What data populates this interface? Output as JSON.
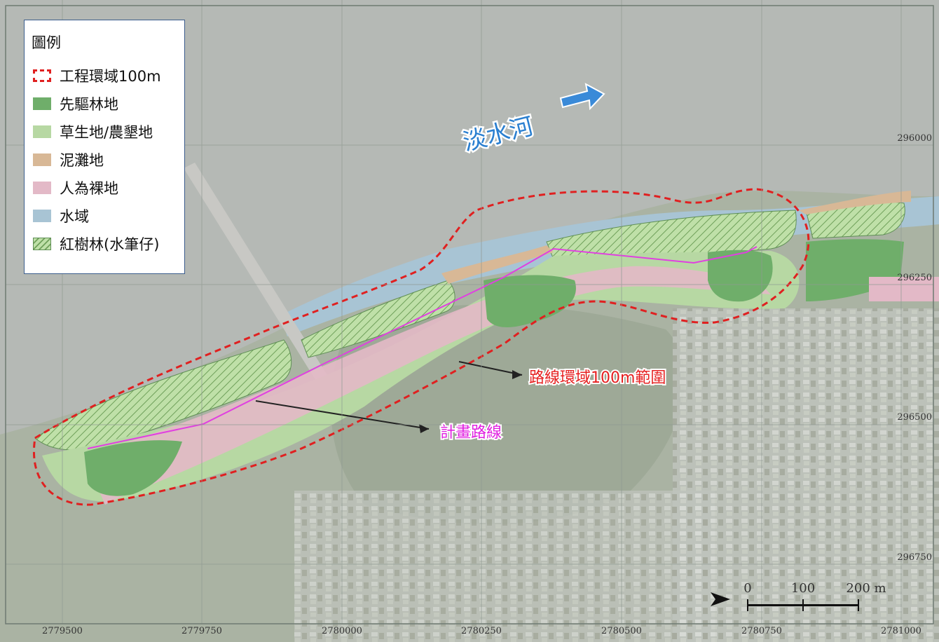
{
  "legend": {
    "title": "圖例",
    "items": [
      {
        "key": "buffer",
        "label": "工程環域100m",
        "color": "#e02020"
      },
      {
        "key": "pioneer-forest",
        "label": "先驅林地",
        "color": "#6fae6a"
      },
      {
        "key": "grassland",
        "label": "草生地/農墾地",
        "color": "#b7d8a3"
      },
      {
        "key": "mudflat",
        "label": "泥灘地",
        "color": "#d8b896"
      },
      {
        "key": "bare-land",
        "label": "人為裸地",
        "color": "#e3b9c7"
      },
      {
        "key": "water",
        "label": "水域",
        "color": "#a8c4d4"
      },
      {
        "key": "mangrove",
        "label": "紅樹林(水筆仔)",
        "color": "#bfe0a8"
      }
    ]
  },
  "labels": {
    "river": "淡水河",
    "buffer_range": "路線環域100m範圍",
    "planned_route": "計畫路線"
  },
  "scale_bar": {
    "ticks": [
      "0",
      "100",
      "200 m"
    ]
  },
  "coords": {
    "x": [
      "2779500",
      "2779750",
      "2780000",
      "2780250",
      "2780500",
      "2780750",
      "2781000"
    ],
    "y": [
      "296000",
      "296250",
      "296500",
      "296750"
    ]
  },
  "colors": {
    "buffer": "#e02020",
    "route": "#e040e0",
    "route_label": "#e020e0",
    "buffer_label": "#e62020",
    "river_label": "#2a7fd0",
    "arrow": "#3a8ad8"
  }
}
